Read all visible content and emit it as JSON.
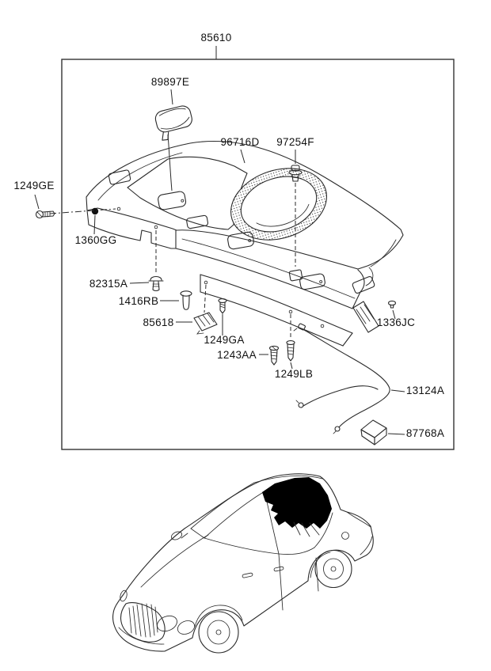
{
  "diagram": {
    "background": "#ffffff",
    "line_color": "#2a2a2a",
    "assembly_number": "85610",
    "parts": [
      {
        "code": "89897E"
      },
      {
        "code": "96716D"
      },
      {
        "code": "97254F"
      },
      {
        "code": "1249GE"
      },
      {
        "code": "1360GG"
      },
      {
        "code": "82315A"
      },
      {
        "code": "1416RB"
      },
      {
        "code": "85618"
      },
      {
        "code": "1249GA"
      },
      {
        "code": "1243AA"
      },
      {
        "code": "1249LB"
      },
      {
        "code": "1336JC"
      },
      {
        "code": "13124A"
      },
      {
        "code": "87768A"
      }
    ]
  }
}
